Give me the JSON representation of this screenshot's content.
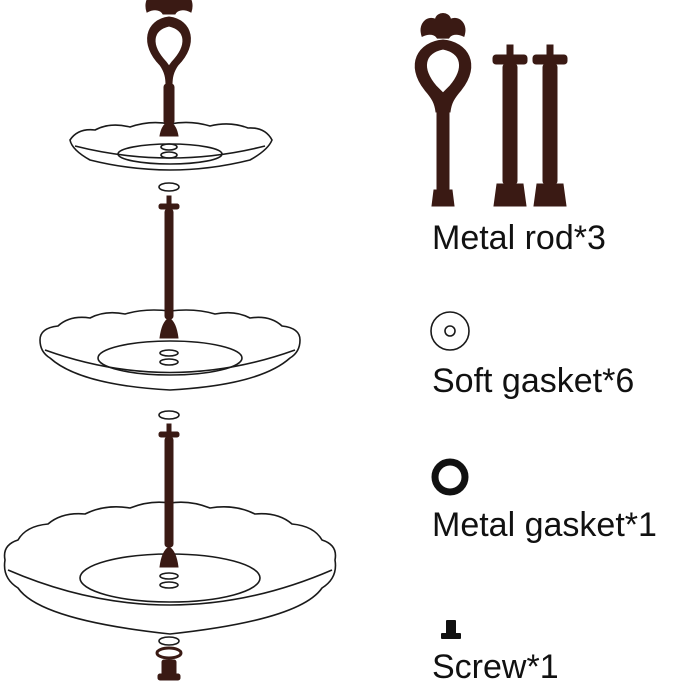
{
  "colors": {
    "metal": "#3a1a14",
    "outline": "#1a1a1a",
    "background": "#ffffff"
  },
  "parts": {
    "metal_rod": {
      "label": "Metal rod*3",
      "icon": "metal-rod-icon"
    },
    "soft_gasket": {
      "label": "Soft gasket*6",
      "icon": "soft-gasket-icon"
    },
    "metal_gasket": {
      "label": "Metal gasket*1",
      "icon": "metal-gasket-icon"
    },
    "screw": {
      "label": "Screw*1",
      "icon": "screw-icon"
    }
  }
}
